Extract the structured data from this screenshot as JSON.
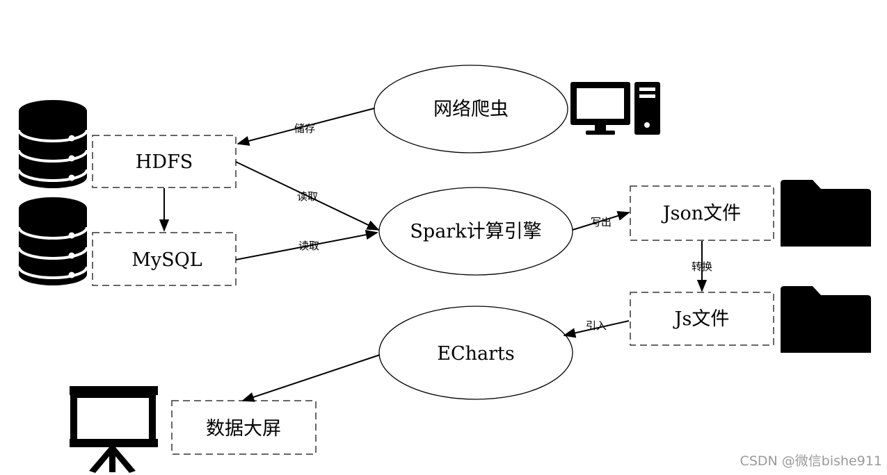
{
  "nodes": {
    "crawler": "网络爬虫",
    "hdfs": "HDFS",
    "mysql": "MySQL",
    "spark": "Spark计算引擎",
    "json": "Json文件",
    "js": "Js文件",
    "echarts": "ECharts",
    "screen": "数据大屏"
  },
  "edges": {
    "crawler_to_hdfs": "储存",
    "hdfs_to_spark": "读取",
    "mysql_to_spark": "读取",
    "spark_to_json": "写出",
    "json_to_js": "转换",
    "js_to_echarts": "引入"
  },
  "icons": {
    "crawler": "computer-icon",
    "hdfs": "database-icon",
    "mysql": "database-icon",
    "json": "folder-icon",
    "js": "folder-icon",
    "screen": "presentation-board-icon"
  },
  "watermark": "CSDN @微信bishe911"
}
